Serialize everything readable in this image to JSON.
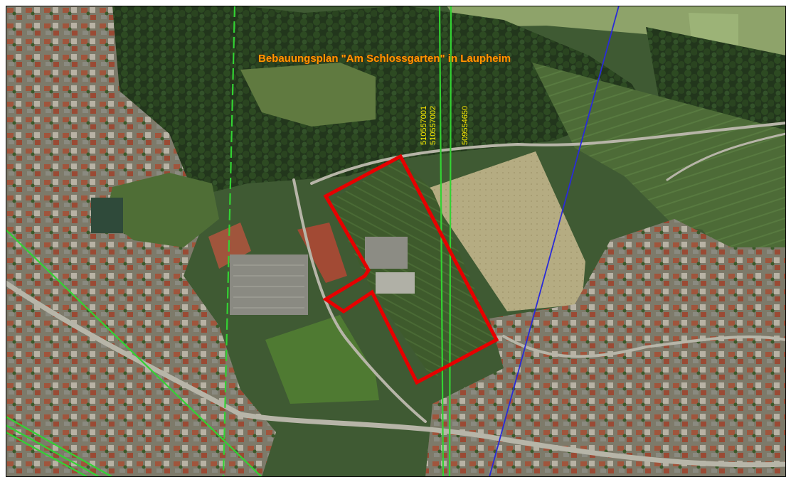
{
  "map": {
    "title": "Bebauungsplan \"Am Schlossgarten\" in Laupheim",
    "line_labels": [
      "510557001",
      "510557002",
      "509554650"
    ],
    "colors": {
      "boundary": "#e60000",
      "power_line_green": "#33d233",
      "power_line_blue": "#2a2ad8",
      "title": "#ff9900",
      "label": "#ffee00"
    }
  }
}
